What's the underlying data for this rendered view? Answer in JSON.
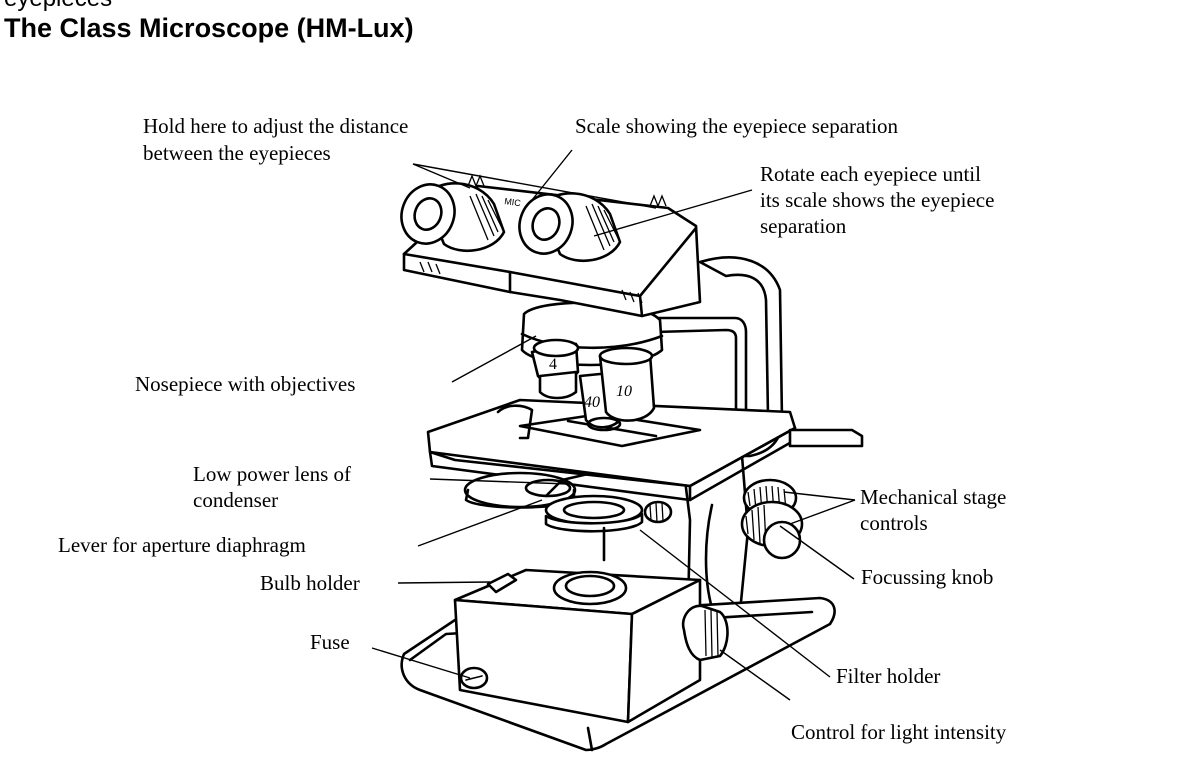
{
  "header": {
    "cut_text": "eyepieces",
    "title": "The Class Microscope (HM-Lux)"
  },
  "labels": {
    "hold_here": [
      "Hold here to adjust the distance",
      "between the eyepieces"
    ],
    "scale": "Scale showing the eyepiece separation",
    "rotate": [
      "Rotate each eyepiece until",
      "its scale shows the eyepiece",
      "separation"
    ],
    "nosepiece": "Nosepiece with objectives",
    "low_power": [
      "Low power lens of",
      "condenser"
    ],
    "lever": "Lever for aperture diaphragm",
    "bulb_holder": "Bulb holder",
    "fuse": "Fuse",
    "mechanical": [
      "Mechanical stage",
      "controls"
    ],
    "focussing": "Focussing knob",
    "filter_holder": "Filter holder",
    "light_control": "Control for light intensity"
  },
  "objective_marks": [
    "4",
    "40",
    "10"
  ],
  "eyepiece_mark": "MIC"
}
